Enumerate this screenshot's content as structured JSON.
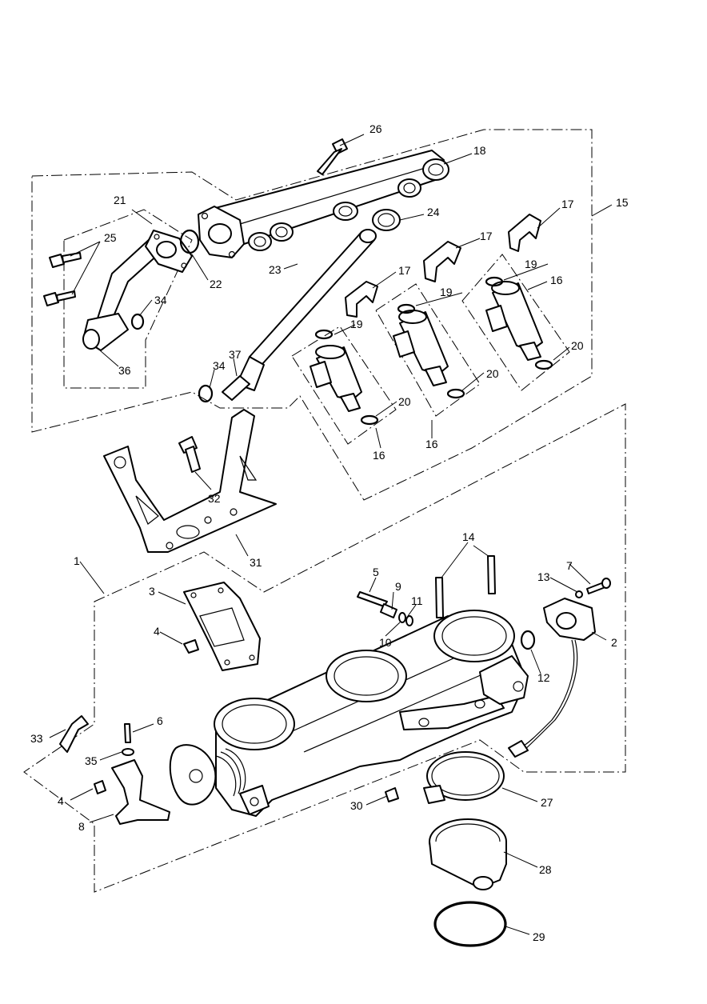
{
  "callouts": [
    {
      "id": "c1",
      "text": "1"
    },
    {
      "id": "c2",
      "text": "2"
    },
    {
      "id": "c3",
      "text": "3"
    },
    {
      "id": "c4a",
      "text": "4"
    },
    {
      "id": "c4b",
      "text": "4"
    },
    {
      "id": "c5",
      "text": "5"
    },
    {
      "id": "c6",
      "text": "6"
    },
    {
      "id": "c7",
      "text": "7"
    },
    {
      "id": "c8",
      "text": "8"
    },
    {
      "id": "c9",
      "text": "9"
    },
    {
      "id": "c10",
      "text": "10"
    },
    {
      "id": "c11",
      "text": "11"
    },
    {
      "id": "c12",
      "text": "12"
    },
    {
      "id": "c13",
      "text": "13"
    },
    {
      "id": "c14",
      "text": "14"
    },
    {
      "id": "c15",
      "text": "15"
    },
    {
      "id": "c16a",
      "text": "16"
    },
    {
      "id": "c16b",
      "text": "16"
    },
    {
      "id": "c16c",
      "text": "16"
    },
    {
      "id": "c17a",
      "text": "17"
    },
    {
      "id": "c17b",
      "text": "17"
    },
    {
      "id": "c17c",
      "text": "17"
    },
    {
      "id": "c18",
      "text": "18"
    },
    {
      "id": "c19a",
      "text": "19"
    },
    {
      "id": "c19b",
      "text": "19"
    },
    {
      "id": "c19c",
      "text": "19"
    },
    {
      "id": "c20a",
      "text": "20"
    },
    {
      "id": "c20b",
      "text": "20"
    },
    {
      "id": "c20c",
      "text": "20"
    },
    {
      "id": "c21",
      "text": "21"
    },
    {
      "id": "c22",
      "text": "22"
    },
    {
      "id": "c23",
      "text": "23"
    },
    {
      "id": "c24",
      "text": "24"
    },
    {
      "id": "c25",
      "text": "25"
    },
    {
      "id": "c26",
      "text": "26"
    },
    {
      "id": "c27",
      "text": "27"
    },
    {
      "id": "c28",
      "text": "28"
    },
    {
      "id": "c29",
      "text": "29"
    },
    {
      "id": "c30",
      "text": "30"
    },
    {
      "id": "c31",
      "text": "31"
    },
    {
      "id": "c32",
      "text": "32"
    },
    {
      "id": "c33",
      "text": "33"
    },
    {
      "id": "c34a",
      "text": "34"
    },
    {
      "id": "c34b",
      "text": "34"
    },
    {
      "id": "c35",
      "text": "35"
    },
    {
      "id": "c36",
      "text": "36"
    },
    {
      "id": "c37",
      "text": "37"
    }
  ]
}
